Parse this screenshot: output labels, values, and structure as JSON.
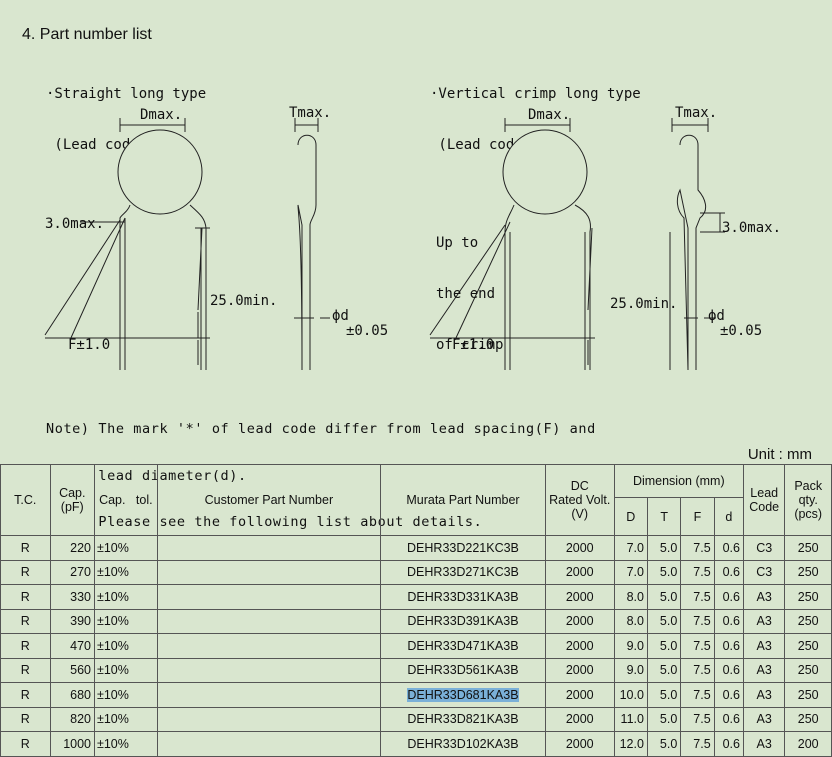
{
  "section_title": "4. Part number list",
  "straight": {
    "title1": "·Straight long type",
    "title2": " (Lead code:C*)",
    "dmax": "Dmax.",
    "tmax": "Tmax.",
    "maxlen": "3.0max.",
    "minlen": "25.0min.",
    "spacing": "F±1.0",
    "phi": "ϕd",
    "tol": "±0.05"
  },
  "vertical": {
    "title1": "·Vertical crimp long type",
    "title2": " (Lead code:A*)",
    "dmax": "Dmax.",
    "tmax": "Tmax.",
    "upto1": "Up to",
    "upto2": "the end",
    "upto3": "of crimp",
    "minlen": "25.0min.",
    "spacing": "F±1.0",
    "maxlen": "3.0max.",
    "phi": "ϕd",
    "tol": "±0.05"
  },
  "note": {
    "line1": "Note) The mark '*' of lead code differ from lead spacing(F) and",
    "line2": "      lead diameter(d).",
    "line3": "      Please see the following list about details."
  },
  "unit": "Unit : mm",
  "headers": {
    "tc": "T.C.",
    "cap1": "Cap.",
    "cap2": "(pF)",
    "captol": "Cap.   tol.",
    "customer": "Customer Part Number",
    "murata": "Murata Part Number",
    "dc1": "DC",
    "dc2": "Rated Volt.",
    "dc3": "(V)",
    "dimension": "Dimension (mm)",
    "D": "D",
    "T": "T",
    "F": "F",
    "d": "d",
    "lead1": "Lead",
    "lead2": "Code",
    "pack1": "Pack",
    "pack2": "qty.",
    "pack3": "(pcs)"
  },
  "rows": [
    {
      "tc": "R",
      "cap": "220",
      "tol": "±10%",
      "customer": "",
      "murata": "DEHR33D221KC3B",
      "volt": "2000",
      "D": "7.0",
      "T": "5.0",
      "F": "7.5",
      "d": "0.6",
      "lead": "C3",
      "qty": "250"
    },
    {
      "tc": "R",
      "cap": "270",
      "tol": "±10%",
      "customer": "",
      "murata": "DEHR33D271KC3B",
      "volt": "2000",
      "D": "7.0",
      "T": "5.0",
      "F": "7.5",
      "d": "0.6",
      "lead": "C3",
      "qty": "250"
    },
    {
      "tc": "R",
      "cap": "330",
      "tol": "±10%",
      "customer": "",
      "murata": "DEHR33D331KA3B",
      "volt": "2000",
      "D": "8.0",
      "T": "5.0",
      "F": "7.5",
      "d": "0.6",
      "lead": "A3",
      "qty": "250"
    },
    {
      "tc": "R",
      "cap": "390",
      "tol": "±10%",
      "customer": "",
      "murata": "DEHR33D391KA3B",
      "volt": "2000",
      "D": "8.0",
      "T": "5.0",
      "F": "7.5",
      "d": "0.6",
      "lead": "A3",
      "qty": "250"
    },
    {
      "tc": "R",
      "cap": "470",
      "tol": "±10%",
      "customer": "",
      "murata": "DEHR33D471KA3B",
      "volt": "2000",
      "D": "9.0",
      "T": "5.0",
      "F": "7.5",
      "d": "0.6",
      "lead": "A3",
      "qty": "250"
    },
    {
      "tc": "R",
      "cap": "560",
      "tol": "±10%",
      "customer": "",
      "murata": "DEHR33D561KA3B",
      "volt": "2000",
      "D": "9.0",
      "T": "5.0",
      "F": "7.5",
      "d": "0.6",
      "lead": "A3",
      "qty": "250"
    },
    {
      "tc": "R",
      "cap": "680",
      "tol": "±10%",
      "customer": "",
      "murata": "DEHR33D681KA3B",
      "volt": "2000",
      "D": "10.0",
      "T": "5.0",
      "F": "7.5",
      "d": "0.6",
      "lead": "A3",
      "qty": "250",
      "selected": true
    },
    {
      "tc": "R",
      "cap": "820",
      "tol": "±10%",
      "customer": "",
      "murata": "DEHR33D821KA3B",
      "volt": "2000",
      "D": "11.0",
      "T": "5.0",
      "F": "7.5",
      "d": "0.6",
      "lead": "A3",
      "qty": "250"
    },
    {
      "tc": "R",
      "cap": "1000",
      "tol": "±10%",
      "customer": "",
      "murata": "DEHR33D102KA3B",
      "volt": "2000",
      "D": "12.0",
      "T": "5.0",
      "F": "7.5",
      "d": "0.6",
      "lead": "A3",
      "qty": "200"
    }
  ]
}
